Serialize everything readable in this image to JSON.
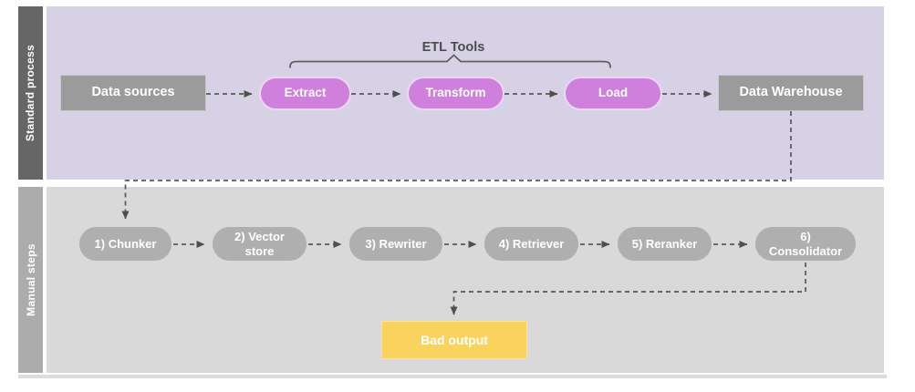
{
  "lanes": [
    {
      "label": "Standard process",
      "bar_color": "#666667",
      "body_color": "#d7d1e5"
    },
    {
      "label": "Manual steps",
      "bar_color": "#acacac",
      "body_color": "#d9d9d9"
    }
  ],
  "etl_group": {
    "label": "ETL Tools"
  },
  "standard_nodes": [
    {
      "label": "Data sources",
      "shape": "rectangle",
      "color": "#9b9b9b"
    },
    {
      "label": "Extract",
      "shape": "pill",
      "color": "#cf7fdc"
    },
    {
      "label": "Transform",
      "shape": "pill",
      "color": "#cf7fdc"
    },
    {
      "label": "Load",
      "shape": "pill",
      "color": "#cf7fdc"
    },
    {
      "label": "Data Warehouse",
      "shape": "rectangle",
      "color": "#9b9b9b"
    }
  ],
  "manual_nodes": [
    {
      "label": "1) Chunker"
    },
    {
      "label": "2) Vector store"
    },
    {
      "label": "3) Rewriter"
    },
    {
      "label": "4) Retriever"
    },
    {
      "label": "5) Reranker"
    },
    {
      "label": "6) Consolidator"
    }
  ],
  "output_node": {
    "label": "Bad output",
    "color": "#fad35f"
  },
  "connector_style": {
    "color": "#585858",
    "pattern": "dashed"
  }
}
